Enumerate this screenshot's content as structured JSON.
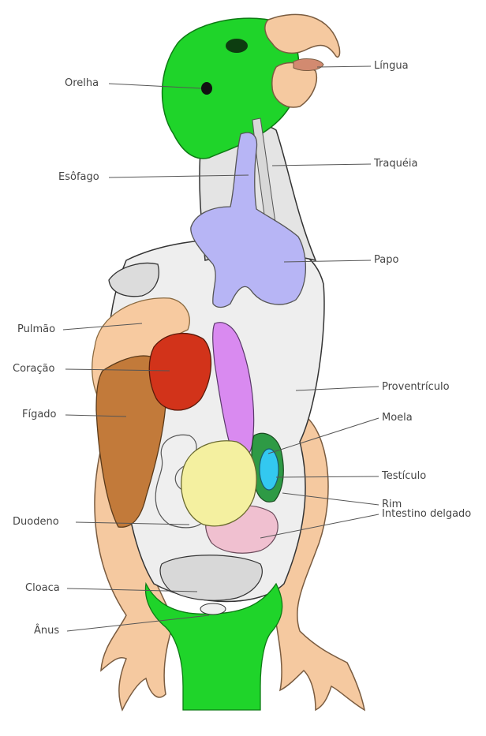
{
  "diagram": {
    "labels_left": [
      "Orelha",
      "Esôfago",
      "Pulmão",
      "Coração",
      "Fígado",
      "Duodeno",
      "Cloaca",
      "Ânus"
    ],
    "labels_right": [
      "Língua",
      "Traquéia",
      "Papo",
      "Proventrículo",
      "Moela",
      "Testículo",
      "Rim",
      "Intestino delgado"
    ]
  },
  "colors": {
    "head_green": "#1fd42a",
    "beak": "#f5c9a0",
    "esophagus_crop": "#b7b5f5",
    "lung": "#f7caa0",
    "heart": "#d2331a",
    "liver": "#c27a3a",
    "proventriculus": "#d98af0",
    "gizzard": "#f4f0a0",
    "testicle": "#33c8f0",
    "kidney": "#2e9a45",
    "intestine": "#f0c0d0",
    "skin": "#f5c9a0"
  }
}
